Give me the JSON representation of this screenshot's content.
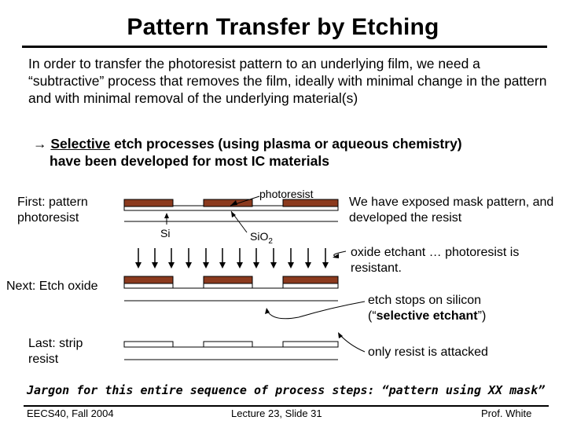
{
  "title": "Pattern Transfer by Etching",
  "intro": "In order to transfer the photoresist pattern to an underlying film, we need a “subtractive” process that removes the film, ideally with minimal change in the pattern and with minimal removal of the underlying material(s)",
  "bullet": {
    "arrow": "→",
    "selective": "Selective",
    "line1_rest": " etch processes (using plasma or aqueous chemistry)",
    "line2": "have been developed for most IC materials"
  },
  "steps": {
    "first": "First: pattern photoresist",
    "next": "Next: Etch oxide",
    "last": "Last: strip resist"
  },
  "labels": {
    "photoresist": "photoresist",
    "si": "Si",
    "sio2_base": "SiO",
    "sio2_sub": "2"
  },
  "notes": {
    "exposed": "We have exposed mask pattern, and developed the resist",
    "etchant": "oxide etchant … photoresist is resistant.",
    "stops_1": "etch stops on silicon",
    "stops_open": "(“",
    "stops_bold": "selective etchant",
    "stops_close": "”)",
    "resist": "only resist is attacked"
  },
  "jargon": "Jargon for this entire sequence of process steps:  “pattern using XX mask”",
  "footer": {
    "left": "EECS40, Fall 2004",
    "center": "Lecture 23, Slide 31",
    "right": "Prof. White"
  },
  "colors": {
    "resist": "#8b3a1e",
    "outline": "#000000"
  }
}
